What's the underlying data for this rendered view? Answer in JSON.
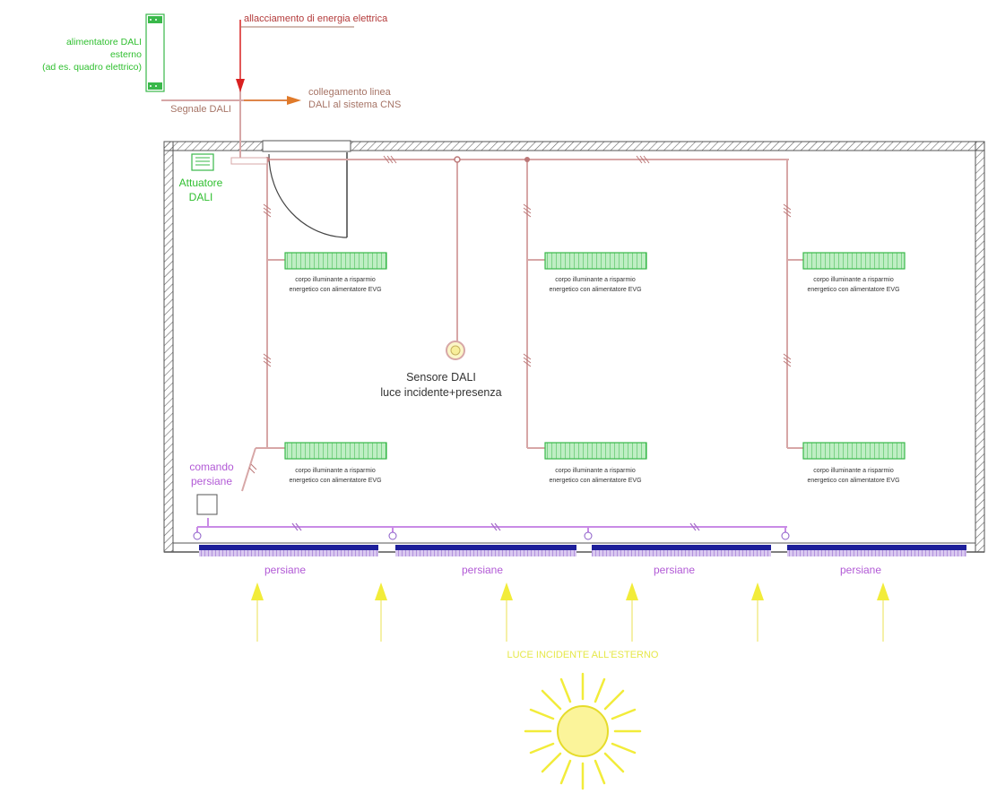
{
  "labels": {
    "power_connection": "allacciamento di energia elettrica",
    "dali_supply_line1": "alimentatore DALI",
    "dali_supply_line2": "esterno",
    "dali_supply_line3": "(ad es. quadro elettrico)",
    "dali_signal": "Segnale DALI",
    "cns_link_line1": "collegamento linea",
    "cns_link_line2": "DALI al sistema CNS",
    "actuator_line1": "Attuatore",
    "actuator_line2": "DALI",
    "sensor_line1": "Sensore DALI",
    "sensor_line2": "luce incidente+presenza",
    "blind_control_line1": "comando",
    "blind_control_line2": "persiane",
    "outside_light": "LUCE INCIDENTE ALL'ESTERNO"
  },
  "luminaire": {
    "line1": "corpo illuminante a risparmio",
    "line2": "energetico con alimentatore EVG"
  },
  "blinds": [
    {
      "label": "persiane"
    },
    {
      "label": "persiane"
    },
    {
      "label": "persiane"
    },
    {
      "label": "persiane"
    }
  ],
  "colors": {
    "wall": "#555555",
    "dali_wire": "#d7a7a7",
    "blind_wire": "#c98be6",
    "luminaire": "#39b84a",
    "blind_bar": "#1d1f9a",
    "sun": "#f2ec3a",
    "power_arrow": "#d92020",
    "signal_arrow": "#e07a2a",
    "label_green": "#2fbf2f",
    "label_purple": "#b25ad6",
    "label_brown": "#a67466"
  }
}
